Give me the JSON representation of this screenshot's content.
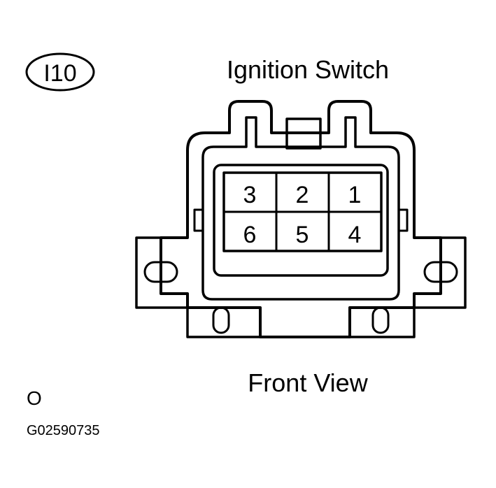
{
  "connector_code": "I10",
  "title": "Ignition Switch",
  "view_label": "Front View",
  "corner_mark": "O",
  "figure_id": "G02590735",
  "terminals": {
    "top_row": [
      "3",
      "2",
      "1"
    ],
    "bottom_row": [
      "6",
      "5",
      "4"
    ]
  },
  "colors": {
    "ink": "#000000",
    "background": "#ffffff"
  }
}
